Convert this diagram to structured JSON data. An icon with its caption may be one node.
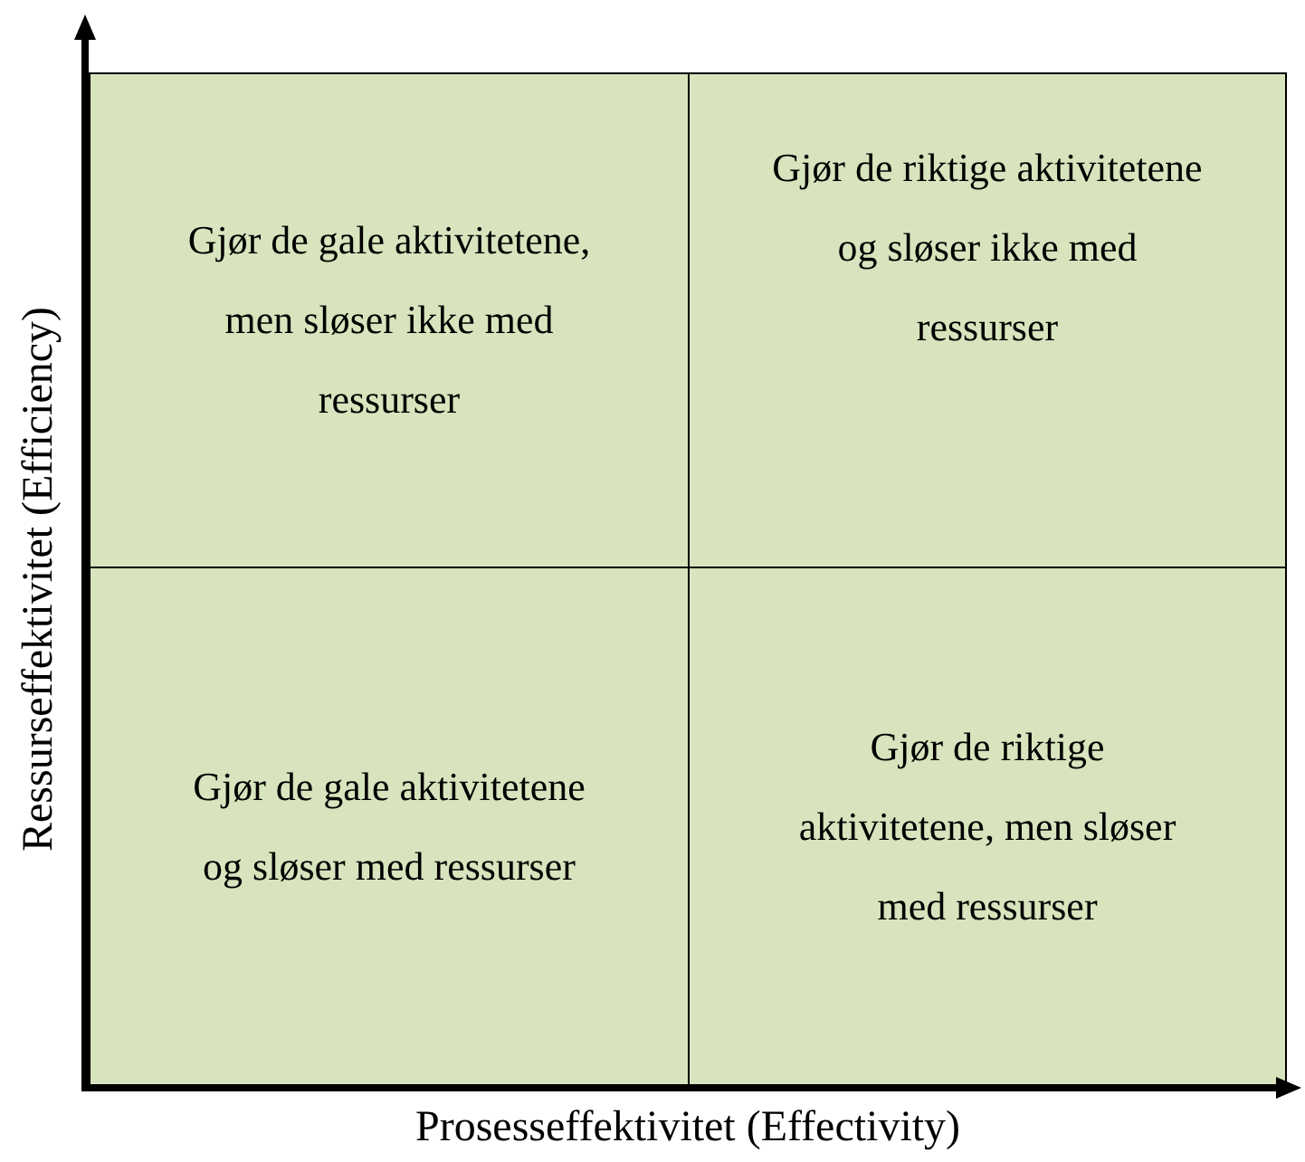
{
  "diagram": {
    "nodes": [
      {
        "text": [
          "Gjør de gale aktivitetene, men sløser ikke med ressurser"
        ]
      },
      {
        "text": [
          "Gjør de riktige aktivitetene og sløser ikke med ressurser"
        ]
      },
      {
        "text": [
          "Gjør de gale aktivitetene og sløser med ressurser"
        ]
      },
      {
        "text": [
          "Gjør de riktige aktivitetene, men sløser med ressurser"
        ]
      }
    ],
    "labels": [
      "Ressurseffektivitet (Efficiency)",
      "Prosesseffektivitet (Effectivity)"
    ]
  }
}
